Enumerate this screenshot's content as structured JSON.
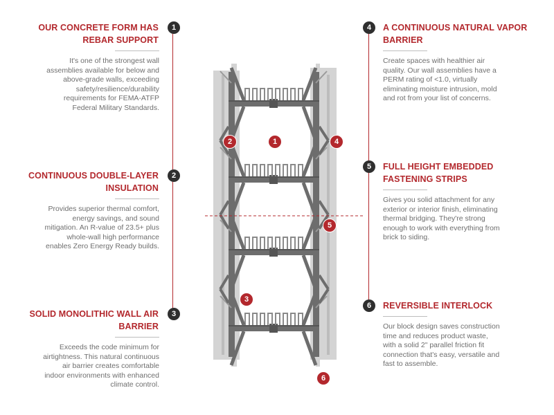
{
  "features": [
    {
      "num": "1",
      "title_lines": [
        "OUR CONCRETE FORM HAS",
        "REBAR SUPPORT"
      ],
      "desc_lines": [
        "It's one of the strongest wall",
        "assemblies available for below and",
        "above-grade walls, exceeding",
        "safety/resilience/durability",
        "requirements for FEMA-ATFP",
        "Federal Military Standards."
      ]
    },
    {
      "num": "2",
      "title_lines": [
        "CONTINUOUS DOUBLE-LAYER",
        "INSULATION"
      ],
      "desc_lines": [
        "Provides superior thermal comfort,",
        "energy savings, and sound",
        "mitigation. An R-value of 23.5+ plus",
        "whole-wall high performance",
        "enables Zero Energy Ready builds."
      ]
    },
    {
      "num": "3",
      "title_lines": [
        "SOLID MONOLITHIC WALL AIR",
        "BARRIER"
      ],
      "desc_lines": [
        "Exceeds the code minimum for",
        "airtightness. This natural continuous",
        "air barrier creates comfortable",
        "indoor environments with enhanced",
        "climate control."
      ]
    },
    {
      "num": "4",
      "title_lines": [
        "A CONTINUOUS NATURAL VAPOR",
        "BARRIER"
      ],
      "desc_lines": [
        "Create spaces with healthier air",
        "quality. Our wall assemblies have a",
        "PERM rating of <1.0, virtually",
        "eliminating moisture intrusion, mold",
        "and rot from your list of concerns."
      ]
    },
    {
      "num": "5",
      "title_lines": [
        "FULL HEIGHT EMBEDDED",
        "FASTENING STRIPS"
      ],
      "desc_lines": [
        "Gives you solid attachment for any",
        "exterior or interior finish, eliminating",
        "thermal bridging. They're strong",
        "enough to work with everything from",
        "brick to siding."
      ]
    },
    {
      "num": "6",
      "title_lines": [
        "REVERSIBLE INTERLOCK"
      ],
      "desc_lines": [
        "Our block design saves construction",
        "time and reduces product waste,",
        "with a solid 2\" parallel friction fit",
        "connection that's easy, versatile and",
        "fast to assemble."
      ]
    }
  ],
  "markers": [
    "1",
    "2",
    "4",
    "5",
    "3",
    "6"
  ],
  "colors": {
    "accent": "#b3282d",
    "badge": "#2f2f2f",
    "foam": "#d4d4d4",
    "web": "#6d6d6d",
    "text": "#6e6e6e"
  }
}
